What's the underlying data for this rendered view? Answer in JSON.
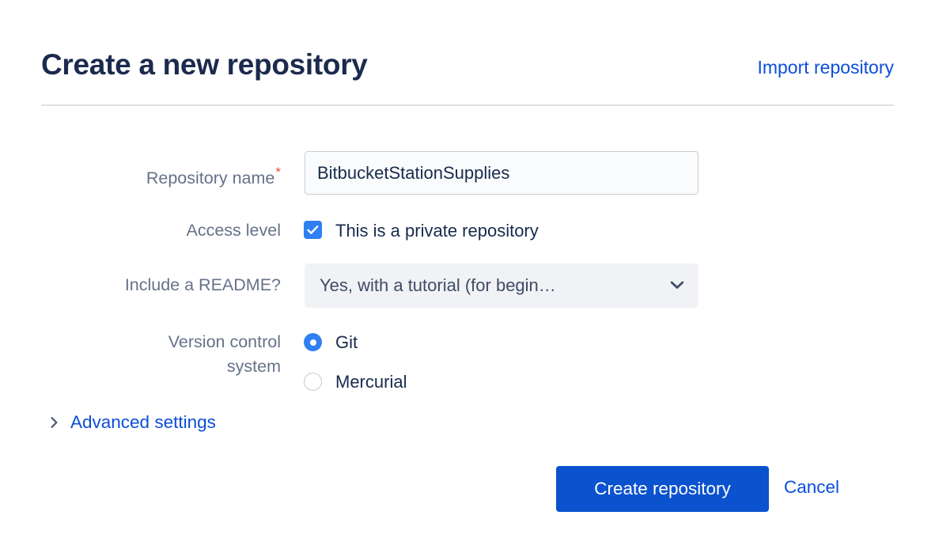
{
  "header": {
    "title": "Create a new repository",
    "import_link": "Import repository"
  },
  "form": {
    "repository_name": {
      "label": "Repository name",
      "required_marker": "*",
      "value": "BitbucketStationSupplies",
      "placeholder": ""
    },
    "access_level": {
      "label": "Access level",
      "checkbox_label": "This is a private repository",
      "checked": true
    },
    "readme": {
      "label": "Include a README?",
      "selected_option": "Yes, with a tutorial (for begin…",
      "chevron_icon": "chevron-down-icon"
    },
    "version_control": {
      "label": "Version control\nsystem",
      "options": [
        {
          "label": "Git",
          "selected": true
        },
        {
          "label": "Mercurial",
          "selected": false
        }
      ]
    },
    "advanced_settings": {
      "label": "Advanced settings",
      "chevron_icon": "chevron-right-icon",
      "expanded": false
    }
  },
  "actions": {
    "submit_label": "Create repository",
    "cancel_label": "Cancel"
  },
  "colors": {
    "link_blue": "#0B4ED8",
    "primary_button": "#0B52CE",
    "control_blue": "#2F80F2",
    "title_navy": "#1B2A4E",
    "label_grey": "#66728A",
    "required_red": "#E4553B",
    "divider": "#DFE1E6",
    "input_bg": "#FAFBFC",
    "select_bg": "#F1F2F5"
  }
}
